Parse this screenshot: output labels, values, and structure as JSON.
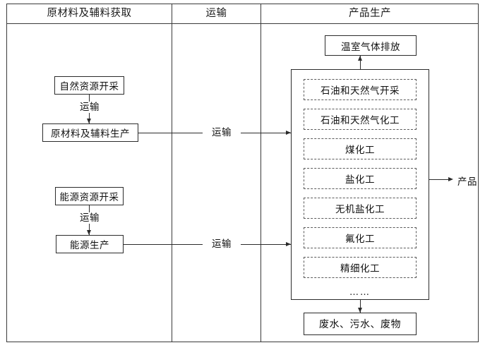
{
  "header": {
    "columns": [
      {
        "label": "原材料及辅料获取"
      },
      {
        "label": "运输"
      },
      {
        "label": "产品生产"
      }
    ]
  },
  "left_column": {
    "nodes": [
      {
        "label": "自然资源开采"
      },
      {
        "label": "原材料及辅料生产"
      },
      {
        "label": "能源资源开采"
      },
      {
        "label": "能源生产"
      }
    ],
    "edge_labels": [
      {
        "label": "运输"
      },
      {
        "label": "运输"
      }
    ]
  },
  "middle_column": {
    "edge_labels": [
      {
        "label": "运输"
      },
      {
        "label": "运输"
      }
    ]
  },
  "right_column": {
    "emission_node": {
      "label": "温室气体排放"
    },
    "cluster_items": [
      {
        "label": "石油和天然气开采"
      },
      {
        "label": "石油和天然气化工"
      },
      {
        "label": "煤化工"
      },
      {
        "label": "盐化工"
      },
      {
        "label": "无机盐化工"
      },
      {
        "label": "氟化工"
      },
      {
        "label": "精细化工"
      }
    ],
    "cluster_ellipsis": "……",
    "output_label": "产品",
    "waste_node": {
      "label": "废水、污水、废物"
    }
  },
  "colors": {
    "line": "#2b2b2b",
    "dashed_line": "#5a5a5a",
    "frame": "#3a3a3a",
    "background": "#ffffff",
    "text": "#111111"
  }
}
